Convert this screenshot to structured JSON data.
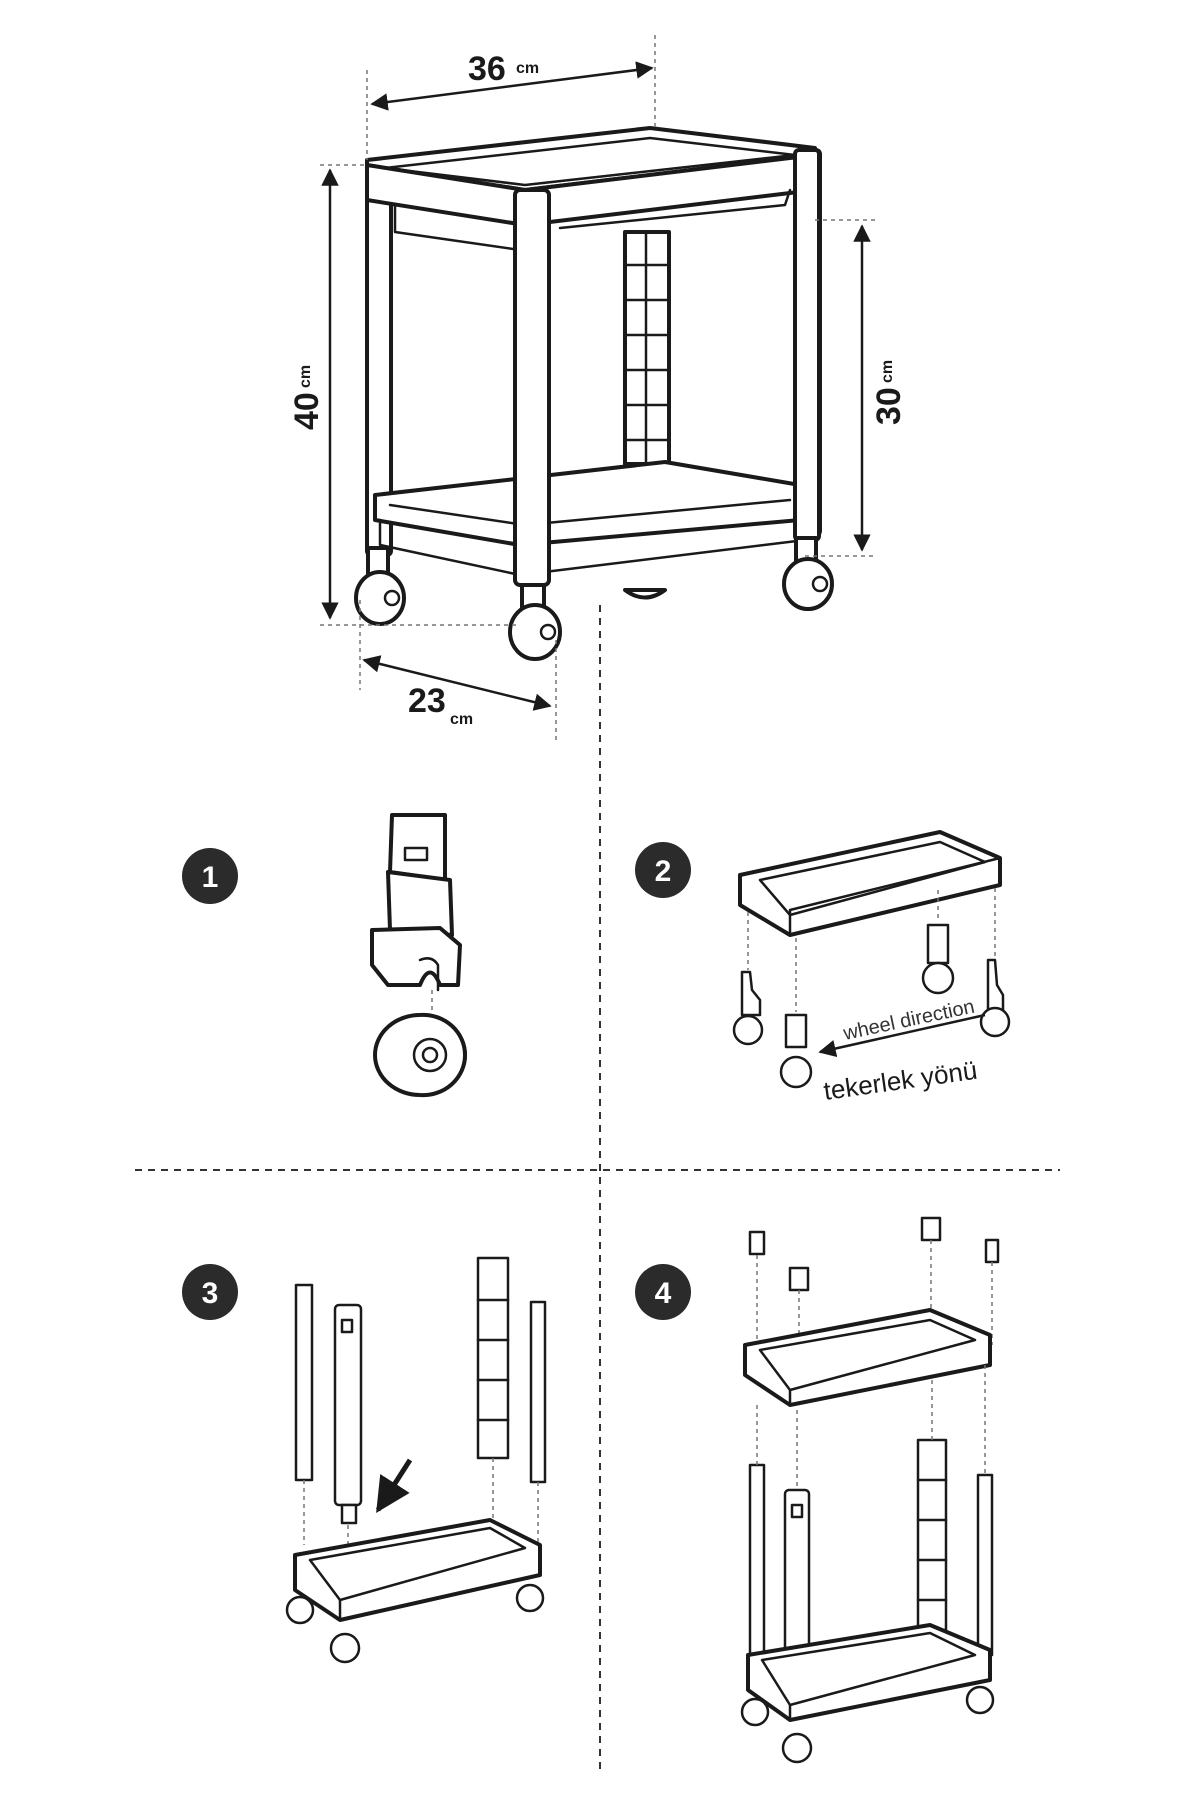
{
  "dimensions": {
    "width": {
      "value": "36",
      "unit": "cm"
    },
    "height": {
      "value": "40",
      "unit": "cm"
    },
    "shelf_gap": {
      "value": "30",
      "unit": "cm"
    },
    "depth": {
      "value": "23",
      "unit": "cm"
    }
  },
  "steps": [
    {
      "number": "1"
    },
    {
      "number": "2",
      "caption_en": "wheel direction",
      "caption_tr": "tekerlek yönü"
    },
    {
      "number": "3"
    },
    {
      "number": "4"
    }
  ]
}
